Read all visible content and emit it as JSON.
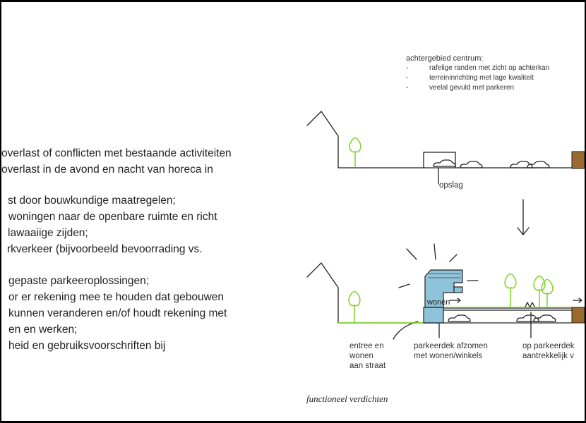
{
  "body_text": {
    "lines": [
      "overlast of conflicten met bestaande activiteiten",
      "overlast in de avond en nacht van horeca in",
      "st door bouwkundige maatregelen;",
      "woningen naar de openbare ruimte en richt",
      "lawaaiige zijden;",
      "rkverkeer (bijvoorbeeld bevoorrading vs.",
      "gepaste parkeeroplossingen;",
      "or er rekening mee te houden dat gebouwen",
      "kunnen veranderen en/of houdt rekening met",
      "en en werken;",
      "heid en gebruiksvoorschriften bij"
    ]
  },
  "top_diagram": {
    "heading": "achtergebied centrum:",
    "bullets": [
      "rafelige randen met zicht op achterkan",
      "terreininrichting met lage kwaliteit",
      "veelal gevuld met parkeren"
    ],
    "bullet_marker": "-",
    "storage_label": "opslag"
  },
  "bottom_diagram": {
    "wonen_label": "wonen",
    "labels": {
      "entrance": [
        "entree en",
        "wonen",
        "aan straat"
      ],
      "parking_deck": [
        "parkeerdek afzomen",
        "met wonen/winkels"
      ],
      "on_deck": [
        "op parkeerdek",
        "aantrekkelijk v"
      ]
    }
  },
  "caption": "functioneel verdichten",
  "colors": {
    "line": "#222222",
    "tree": "#7ed321",
    "building_blue": "#8ec3da",
    "brown_block": "#9b6a2f",
    "frame": "#000000"
  }
}
